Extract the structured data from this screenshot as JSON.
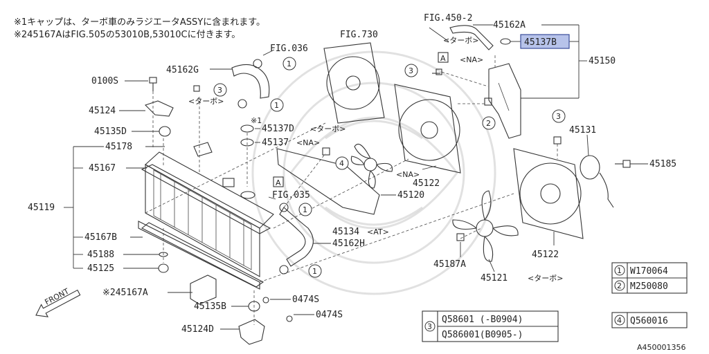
{
  "notes": {
    "line1": "※1キャップは、ターボ車のみラジエータASSYに含まれます。",
    "line2": "※245167AはFIG.505の53010B,53010Cに付きます。"
  },
  "fig_refs": {
    "fig730": "FIG.730",
    "fig450": "FIG.450-2",
    "fig036": "FIG.036",
    "fig035": "FIG.035"
  },
  "labels": {
    "p0100S": "0100S",
    "p45162G": "45162G",
    "p45124": "45124",
    "p45135D": "45135D",
    "p45178": "45178",
    "p45167": "45167",
    "p45119": "45119",
    "p45167B": "45167B",
    "p45188": "45188",
    "p45125": "45125",
    "p245167A": "※245167A",
    "p45135B": "45135B",
    "p45124D": "45124D",
    "p0474S_a": "0474S",
    "p0474S_b": "0474S",
    "p45137D": "45137D",
    "p45137D_note": "<ターボ>",
    "p45137": "45137",
    "p45137_note": "<NA>",
    "star1": "※1",
    "turbo_a": "<ターボ>",
    "turbo_b": "<ターボ>",
    "turbo_c": "<ターボ>",
    "na_a": "<NA>",
    "na_b": "<NA>",
    "p45134": "45134",
    "p45134_note": "<AT>",
    "p45162H": "45162H",
    "p45120": "45120",
    "p45122a": "45122",
    "p45122b": "45122",
    "p45162A": "45162A",
    "p45137B": "45137B",
    "p45150": "45150",
    "p45131": "45131",
    "p45185": "45185",
    "p45187A": "45187A",
    "p45121": "45121",
    "box_a1": "A",
    "box_a2": "A",
    "front": "FRONT",
    "diagram_id": "A450001356"
  },
  "callouts": {
    "c1": "1",
    "c2": "2",
    "c3": "3",
    "c4": "4"
  },
  "legend": {
    "r1_num": "1",
    "r1_code": "W170064",
    "r2_num": "2",
    "r2_code": "M250080",
    "r4_num": "4",
    "r4_code": "Q560016",
    "r3_num": "3",
    "r3_line1": "Q58601 (-B0904)",
    "r3_line2": "Q586001(B0905-)"
  },
  "colors": {
    "highlight_fill": "#b7c3ea",
    "highlight_stroke": "#3a4d9a"
  }
}
